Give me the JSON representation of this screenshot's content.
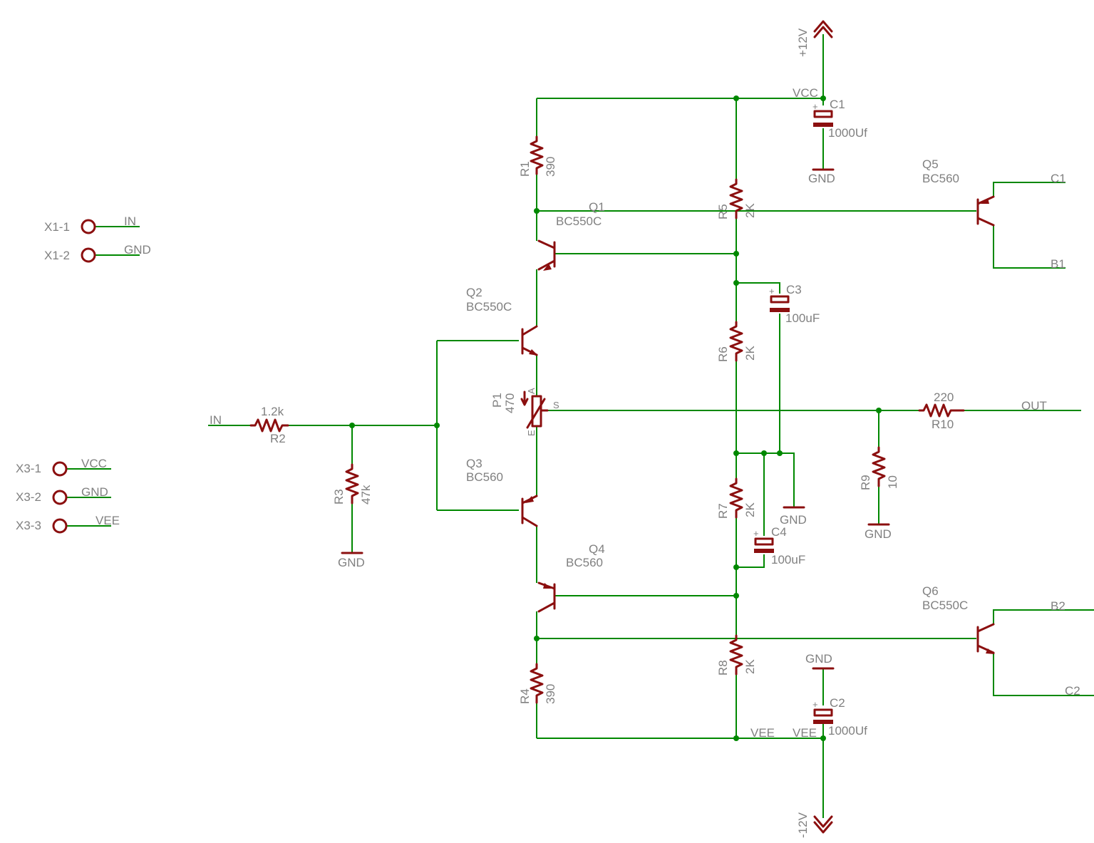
{
  "diagram_type": "electronic schematic",
  "colors": {
    "wire": "#008800",
    "part": "#8b0f0f",
    "text": "#808080",
    "background": "#ffffff"
  },
  "supplies": {
    "pos": "+12V",
    "neg": "-12V"
  },
  "nets": {
    "vcc": "VCC",
    "vee": "VEE",
    "gnd": "GND",
    "in": "IN",
    "out": "OUT",
    "c1": "C1",
    "b1": "B1",
    "b2": "B2",
    "c2": "C2"
  },
  "connectors": {
    "x1_1": "X1-1",
    "x1_2": "X1-2",
    "x3_1": "X3-1",
    "x3_2": "X3-2",
    "x3_3": "X3-3"
  },
  "resistors": {
    "r1": {
      "name": "R1",
      "value": "390"
    },
    "r2": {
      "name": "R2",
      "value": "1.2k"
    },
    "r3": {
      "name": "R3",
      "value": "47k"
    },
    "r4": {
      "name": "R4",
      "value": "390"
    },
    "r5": {
      "name": "R5",
      "value": "2K"
    },
    "r6": {
      "name": "R6",
      "value": "2K"
    },
    "r7": {
      "name": "R7",
      "value": "2K"
    },
    "r8": {
      "name": "R8",
      "value": "2K"
    },
    "r9": {
      "name": "R9",
      "value": "10"
    },
    "r10": {
      "name": "R10",
      "value": "220"
    }
  },
  "capacitors": {
    "c1": {
      "name": "C1",
      "value": "1000Uf"
    },
    "c2": {
      "name": "C2",
      "value": "1000Uf"
    },
    "c3": {
      "name": "C3",
      "value": "100uF"
    },
    "c4": {
      "name": "C4",
      "value": "100uF"
    }
  },
  "potentiometer": {
    "name": "P1",
    "value": "470",
    "pin_a": "A",
    "pin_e": "E",
    "pin_s": "S"
  },
  "transistors": {
    "q1": {
      "name": "Q1",
      "type": "BC550C"
    },
    "q2": {
      "name": "Q2",
      "type": "BC550C"
    },
    "q3": {
      "name": "Q3",
      "type": "BC560"
    },
    "q4": {
      "name": "Q4",
      "type": "BC560"
    },
    "q5": {
      "name": "Q5",
      "type": "BC560"
    },
    "q6": {
      "name": "Q6",
      "type": "BC550C"
    }
  },
  "cap_plus": "+"
}
